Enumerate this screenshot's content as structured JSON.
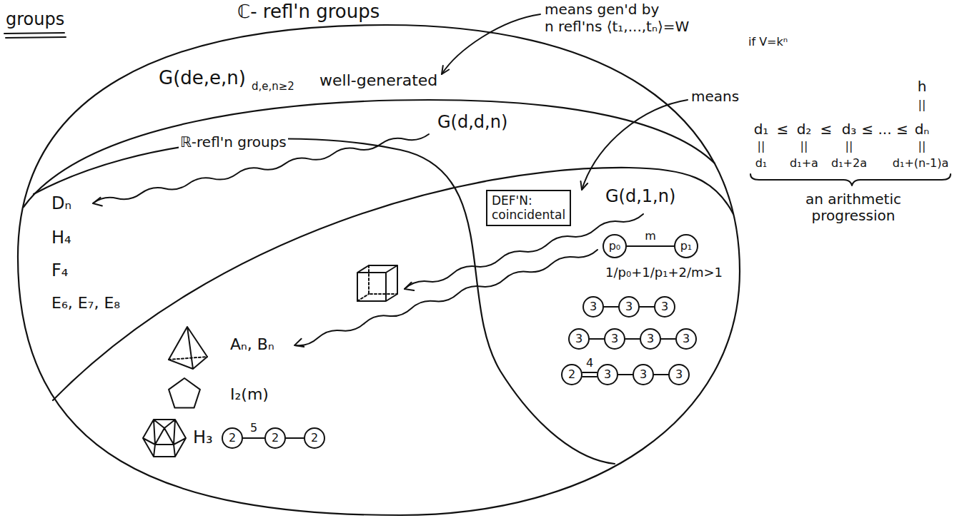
{
  "diagram": {
    "nodes": [
      {
        "text": [
          "ℂ- refl'n groups",
          "G(de,e,n)",
          "d,e,n≥2"
        ]
      },
      {
        "text": [
          "well-generated",
          "G(d,d,n)"
        ],
        "in": 0
      },
      {
        "text": [
          "ℝ-refl'n groups",
          "Dₙ",
          "H₄",
          "F₄",
          "E₆, E₇, E₈"
        ],
        "in": 1
      },
      {
        "text": [
          "G(d,1,n)",
          "1/p₀+1/p₁+2/m>1"
        ],
        "in": 1
      },
      {
        "text": [
          "DEF'N: coincidental"
        ],
        "in": 3
      },
      {
        "text": [
          "Aₙ, Bₙ",
          "I₂(m)",
          "H₃"
        ],
        "in": 3
      },
      {
        "text": [
          "p₀"
        ],
        "in": 3
      },
      {
        "text": [
          "p₁"
        ],
        "in": 3
      },
      {
        "text": [
          "3"
        ],
        "in": 3
      },
      {
        "text": [
          "3"
        ],
        "in": 3
      },
      {
        "text": [
          "3"
        ],
        "in": 3
      },
      {
        "text": [
          "3"
        ],
        "in": 3
      },
      {
        "text": [
          "3"
        ],
        "in": 3
      },
      {
        "text": [
          "3"
        ],
        "in": 3
      },
      {
        "text": [
          "3"
        ],
        "in": 3
      },
      {
        "text": [
          "2"
        ],
        "in": 3
      },
      {
        "text": [
          "3"
        ],
        "in": 3
      },
      {
        "text": [
          "3"
        ],
        "in": 3
      },
      {
        "text": [
          "3"
        ],
        "in": 3
      },
      {
        "text": [
          "2"
        ],
        "in": 5
      },
      {
        "text": [
          "2"
        ],
        "in": 5
      },
      {
        "text": [
          "2"
        ],
        "in": 5
      }
    ],
    "edges": [
      {
        "from": 6,
        "to": 7,
        "arrow": "none",
        "label": "m"
      },
      {
        "from": 8,
        "to": 9,
        "arrow": "none"
      },
      {
        "from": 9,
        "to": 10,
        "arrow": "none"
      },
      {
        "from": 11,
        "to": 12,
        "arrow": "none"
      },
      {
        "from": 12,
        "to": 13,
        "arrow": "none"
      },
      {
        "from": 13,
        "to": 14,
        "arrow": "none"
      },
      {
        "from": 15,
        "to": 16,
        "arrow": "none",
        "label": "4"
      },
      {
        "from": 16,
        "to": 17,
        "arrow": "none"
      },
      {
        "from": 17,
        "to": 18,
        "arrow": "none"
      },
      {
        "from": 19,
        "to": 20,
        "arrow": "none",
        "label": "5"
      },
      {
        "from": 20,
        "to": 21,
        "arrow": "none"
      }
    ],
    "labels": [
      "groups",
      "means gen'd by",
      "n refl'ns ⟨t₁,...,tₙ⟩=W",
      "if V=kⁿ",
      "means",
      "h",
      "||",
      "d₁",
      "≤",
      "d₂",
      "≤",
      "d₃",
      "≤ ... ≤",
      "dₙ",
      "||",
      "||",
      "||",
      "||",
      "d₁",
      "d₁+a",
      "d₁+2a",
      "d₁+(n-1)a",
      "an arithmetic progression"
    ]
  }
}
